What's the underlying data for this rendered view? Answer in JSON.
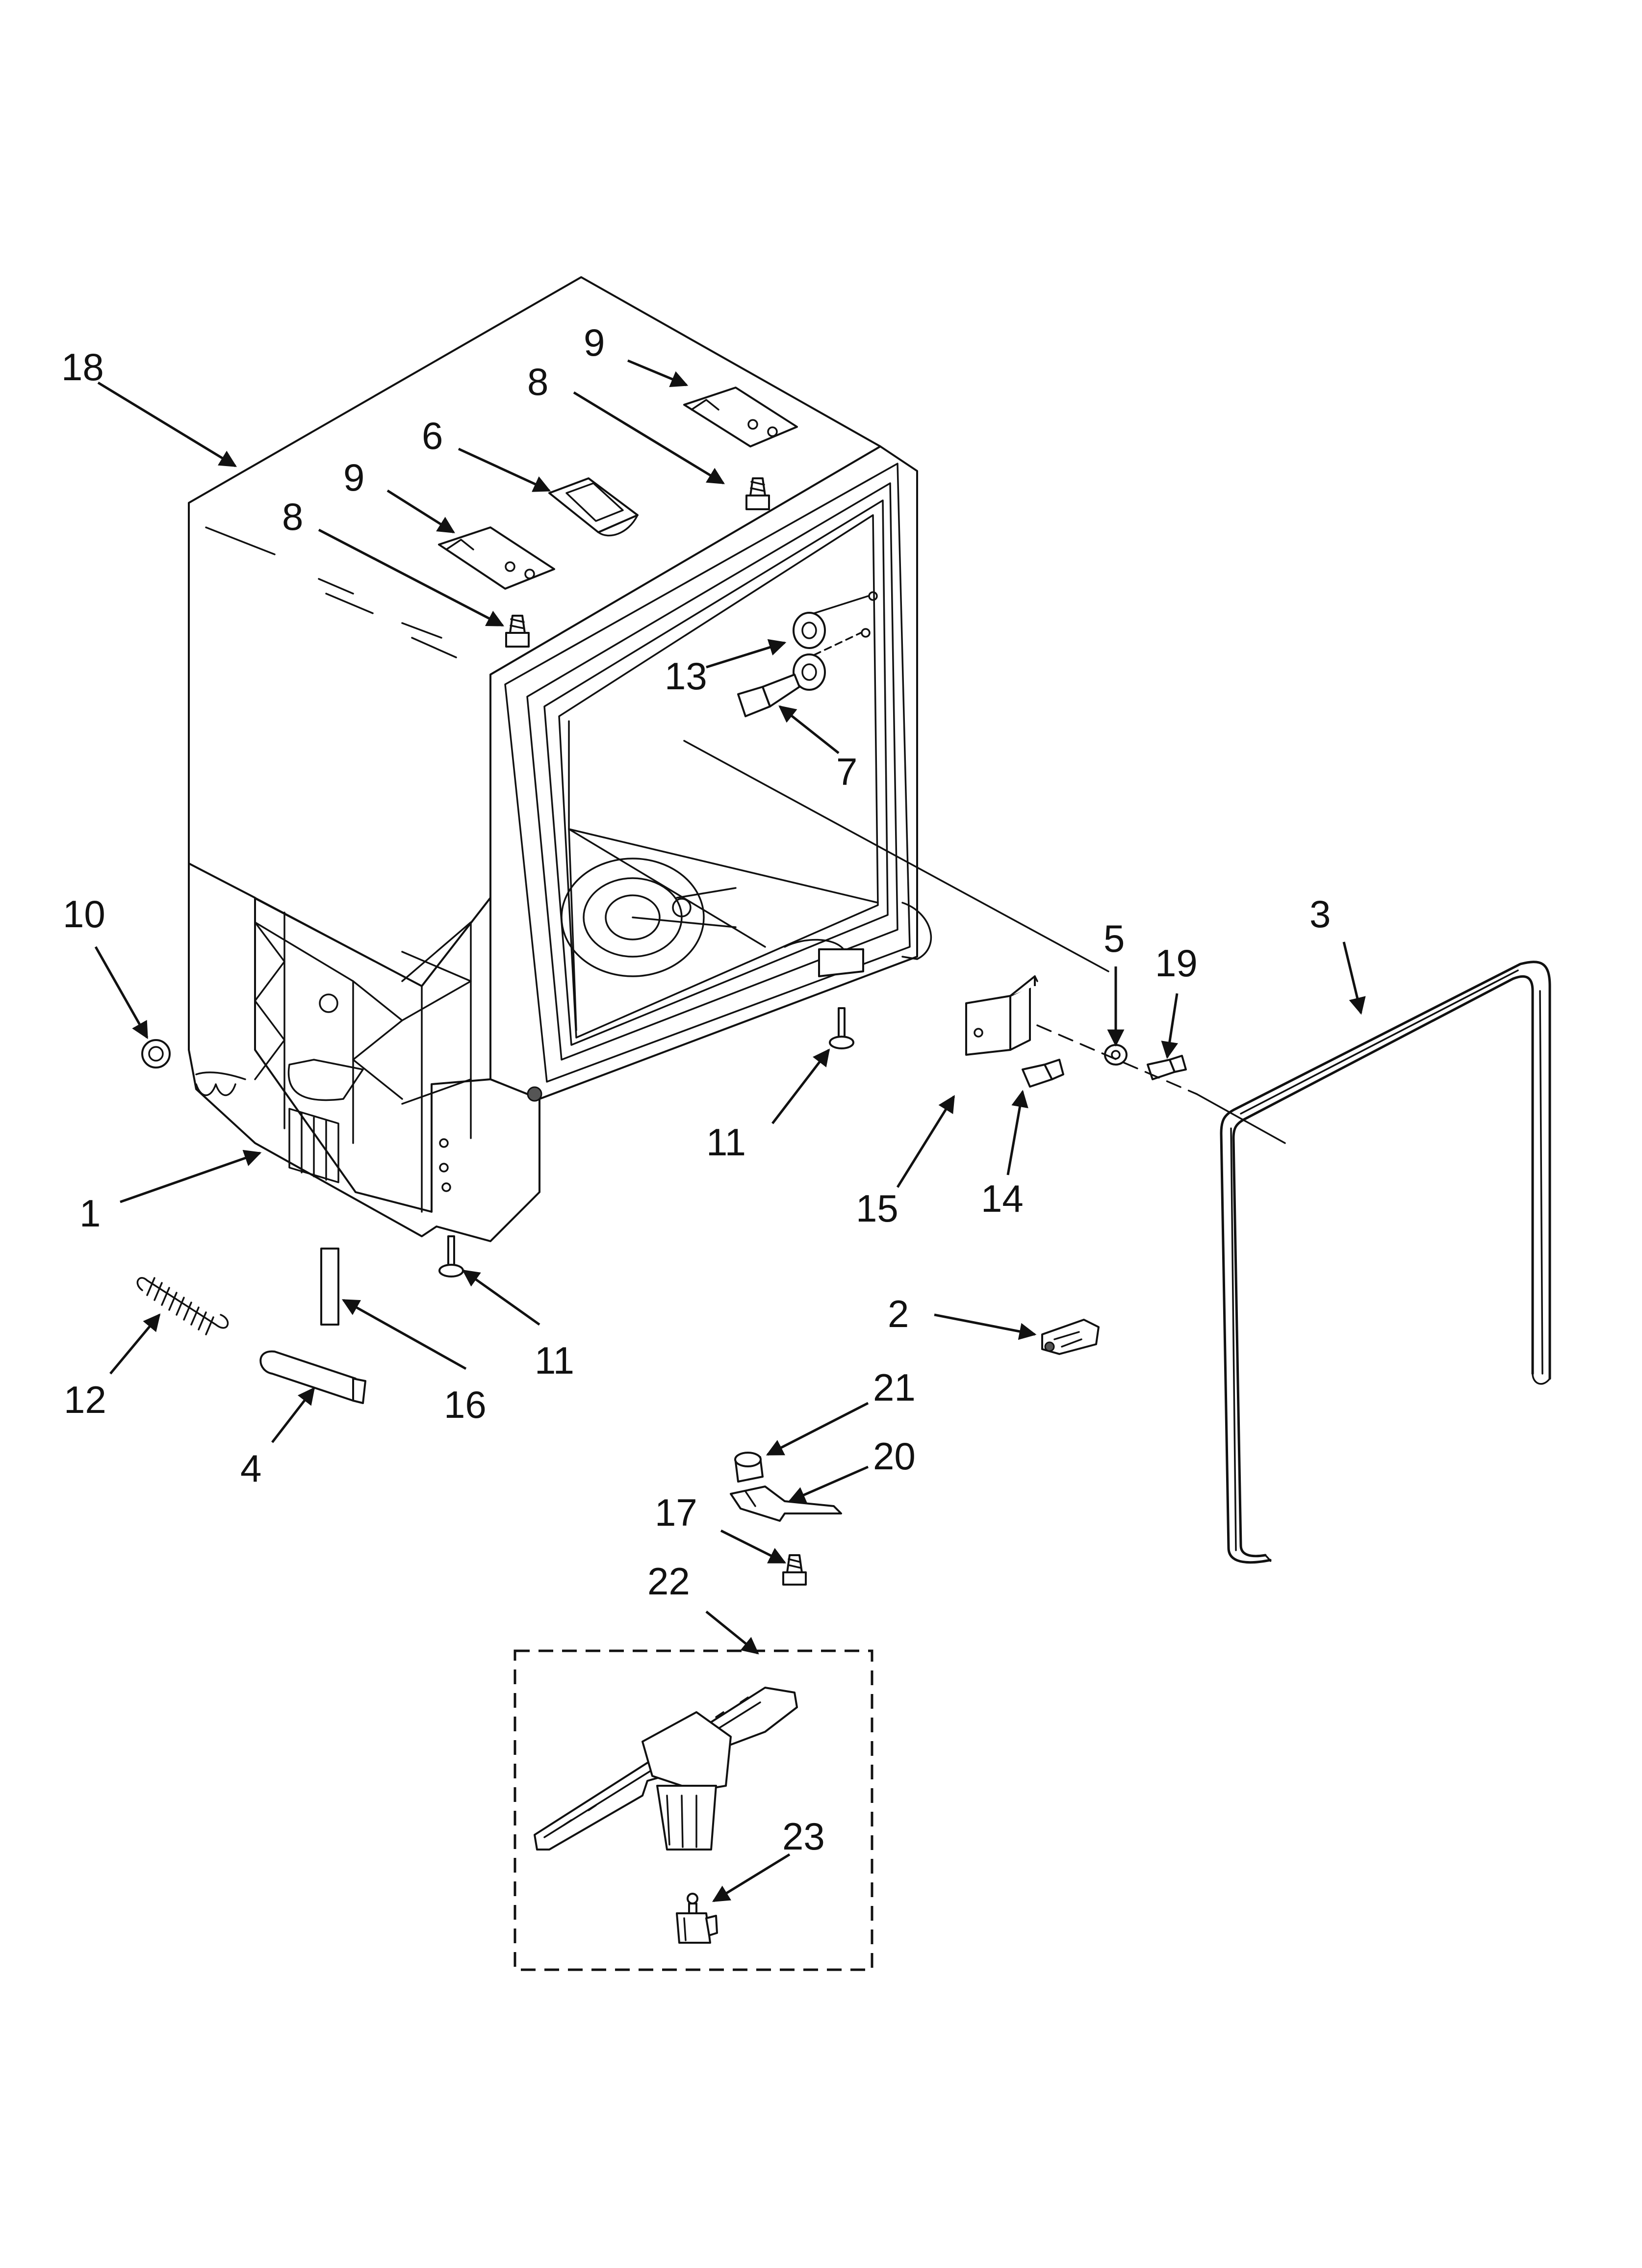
{
  "callouts": {
    "c1": "1",
    "c2": "2",
    "c3": "3",
    "c4": "4",
    "c5": "5",
    "c6": "6",
    "c7": "7",
    "c8a": "8",
    "c8b": "8",
    "c9a": "9",
    "c9b": "9",
    "c10": "10",
    "c11a": "11",
    "c11b": "11",
    "c12": "12",
    "c13": "13",
    "c14": "14",
    "c15": "15",
    "c16": "16",
    "c17": "17",
    "c18": "18",
    "c19": "19",
    "c20": "20",
    "c21": "21",
    "c22": "22",
    "c23": "23"
  }
}
